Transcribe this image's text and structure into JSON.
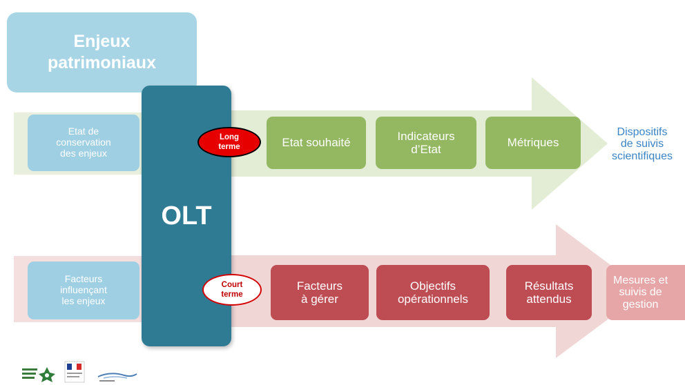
{
  "enjeux": "Enjeux\npatrimoniaux",
  "olt": "OLT",
  "top_row": {
    "left_label": "Etat de\nconservation\ndes enjeux",
    "badge": "Long\nterme",
    "steps": [
      "Etat souhaité",
      "Indicateurs\nd’Etat",
      "Métriques"
    ],
    "end_label": "Dispositifs\nde suivis\nscientifiques"
  },
  "bottom_row": {
    "left_label": "Facteurs\ninfluençant\nles enjeux",
    "badge": "Court\nterme",
    "steps": [
      "Facteurs\nà gérer",
      "Objectifs\nopérationnels",
      "Résultats\nattendus"
    ],
    "end_label": "Mesures et\nsuivis de\ngestion"
  },
  "colors": {
    "blue_light": "#a8d5e6",
    "olt_teal": "#2e7b93",
    "green": "#93b861",
    "green_band": "#e3ecd5",
    "red": "#bd4c53",
    "red_band": "#f1d6d6",
    "long_terme_badge": "#e60000"
  },
  "logos": [
    "reserves-naturelles-logo",
    "republique-francaise-logo",
    "agence-biodiversite-logo"
  ]
}
